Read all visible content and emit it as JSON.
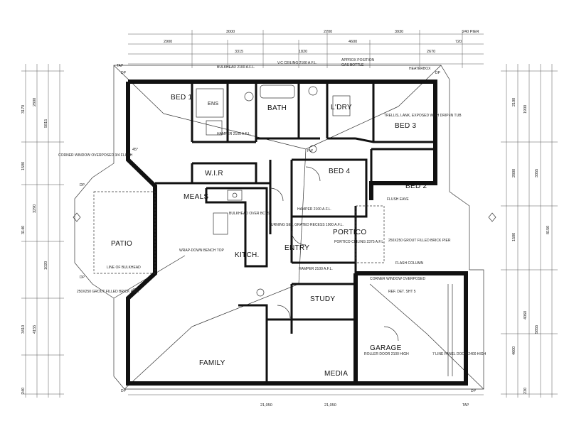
{
  "rooms": {
    "bed1": "BED 1",
    "bath": "BATH",
    "ldry": "L'DRY",
    "bed3": "BED 3",
    "wir": "W.I.R",
    "bed4": "BED 4",
    "bed2": "BED 2",
    "meals": "MEALS",
    "patio": "PATIO",
    "kitch": "KITCH.",
    "entry": "ENTRY",
    "portico": "PORTICO",
    "study": "STUDY",
    "family": "FAMILY",
    "garage": "GARAGE",
    "media": "MEDIA",
    "ens": "ENS"
  },
  "notes": {
    "bulkhead_top": "BULKHEAD 2100 A.F.L.",
    "vc_ceiling": "V.C CEILING 2100 A.F.L.",
    "approx_position": "APPROX POSITION",
    "gas_bottle": "GAS BOTTLE",
    "heaterbox": "HEATERBOX",
    "trellis": "TRELLIS, LANK, EXPOSED WITH DRIP-IN TUB",
    "hamper_bed1": "HAMPER 2100 A.F.L.",
    "corner_window": "CORNER WINDOW OVERPOSED 3/4 FLUSH",
    "flush_eave": "FLUSH EAVE",
    "bulkhead_meals": "BULKHEAD OVER BCTS",
    "turning_set": "TURNING SET, GRATED RECESS 1900 A.F.L.",
    "hamper_bed4": "HAMPER 2100 A.F.L.",
    "wrap_bench": "WRAP-DOWN BENCH TOP",
    "line_bulkhead": "LINE OF BULKHEAD",
    "brick_pier_left": "250X250 GROUT FILLED BRICK PIER",
    "portico_ceiling": "PORTICO CEILING 2375 A.F.L.",
    "brick_pier_right": "250X250 GROUT FILLED BRICK PIER",
    "flash_column": "FLASH COLUMN",
    "corner_window_garage": "CORNER WINDOW OVERPOSED",
    "panel_door": "7 LINE PANEL DOOR 2400 HIGH",
    "roller_door": "ROLLER DOOR 2100 HIGH",
    "ref_det": "REF. DET. SHT 5",
    "hamper_study": "HAMPER 2100 A.F.L."
  },
  "dims": {
    "top": [
      "3000",
      "2700",
      "3930",
      "2900",
      "4600",
      "3315",
      "1820",
      "2670",
      "720",
      "240 PIER"
    ],
    "bottom": [
      "21,050",
      "21,050"
    ],
    "left": [
      "3170",
      "2800",
      "5815",
      "1590",
      "3290",
      "3140",
      "1020",
      "4155",
      "3410",
      "240"
    ],
    "right": [
      "2100",
      "1900",
      "8150",
      "2800",
      "3355",
      "1500",
      "4060",
      "4600",
      "5855",
      "230"
    ],
    "angles": [
      "45°",
      "45°"
    ]
  },
  "codes": {
    "dp": "DP",
    "tap": "TAP",
    "fw": "FW"
  }
}
